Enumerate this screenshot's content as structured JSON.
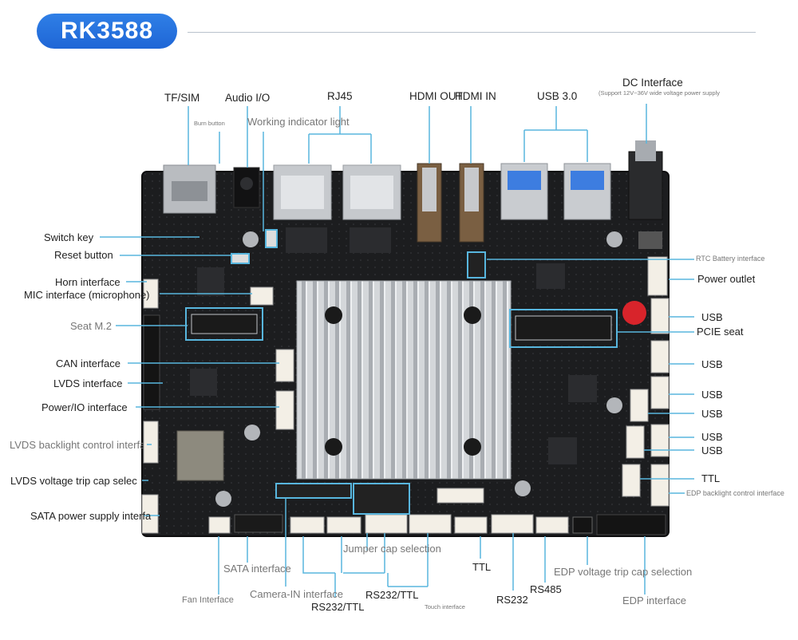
{
  "title": "RK3588",
  "labels": {
    "tf_sim": "TF/SIM",
    "burn_button": "Burn button",
    "audio_io": "Audio I/O",
    "working_light": "Working indicator light",
    "rj45": "RJ45",
    "hdmi_out": "HDMI OUT",
    "hdmi_in": "HDMI IN",
    "usb3": "USB 3.0",
    "dc_interface": "DC Interface",
    "dc_note": "(Support 12V~36V wide voltage power supply",
    "switch_key": "Switch key",
    "reset_button": "Reset button",
    "horn_interface": "Horn interface",
    "mic_interface": "MIC interface (microphone)",
    "seat_m2": "Seat M.2",
    "can_interface": "CAN interface",
    "lvds_interface": "LVDS interface",
    "power_io": "Power/IO interface",
    "lvds_backlight": "LVDS backlight control interface",
    "lvds_voltage": "LVDS voltage trip cap selec",
    "sata_power": "SATA power supply interfa",
    "rtc_battery": "RTC Battery interface",
    "power_outlet": "Power outlet",
    "usb_1": "USB",
    "pcie_seat": "PCIE seat",
    "usb_2": "USB",
    "usb_3": "USB",
    "usb_4": "USB",
    "usb_5": "USB",
    "usb_6": "USB",
    "ttl_right": "TTL",
    "edp_backlight": "EDP backlight control interface",
    "jumper_cap": "Jumper cap selection",
    "sata_interface": "SATA interface",
    "ttl_bottom": "TTL",
    "edp_voltage": "EDP voltage trip cap selection",
    "rs485": "RS485",
    "fan_interface": "Fan Interface",
    "camera_in": "Camera-IN interface",
    "rs232_ttl_a": "RS232/TTL",
    "rs232_ttl_b": "RS232/TTL",
    "touch_interface": "Touch interface",
    "rs232": "RS232",
    "edp_interface": "EDP interface"
  },
  "colors": {
    "accent": "#2b79e0",
    "board": "#1c1d1f",
    "callout_line": "#58b6de",
    "heatsink": "#c9ccd0"
  }
}
